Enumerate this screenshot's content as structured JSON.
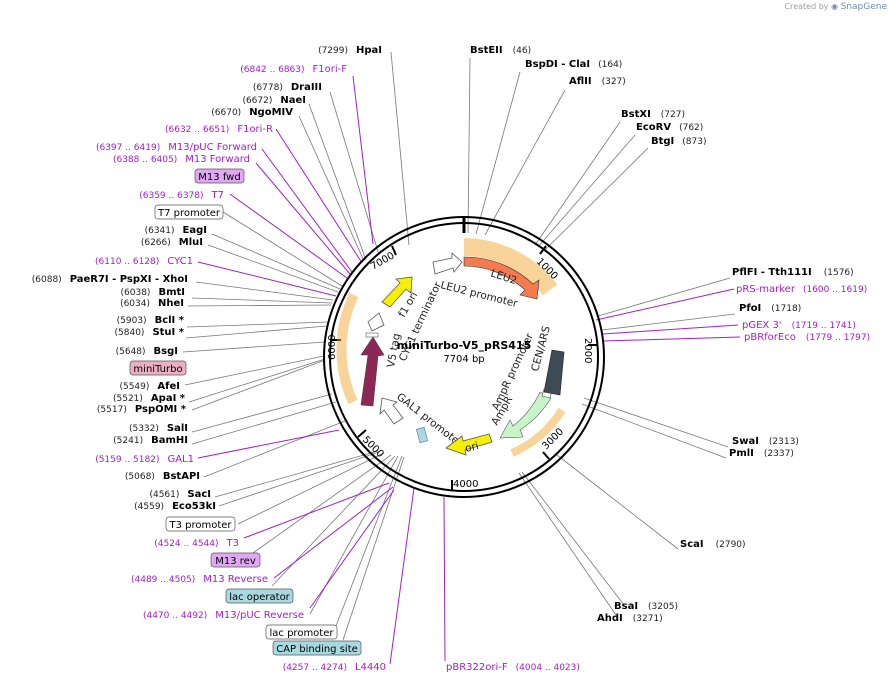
{
  "brand": {
    "created_by": "Created by",
    "name": "SnapGene"
  },
  "plasmid": {
    "name": "miniTurbo-V5_pRS415",
    "length": "7704 bp"
  },
  "ticks": [
    "1000",
    "2000",
    "3000",
    "4000",
    "5000",
    "6000",
    "7000"
  ],
  "enzymes_right": [
    {
      "name": "BstEII",
      "pos": "(46)"
    },
    {
      "name": "BspDI - ClaI",
      "pos": "(164)"
    },
    {
      "name": "AflII",
      "pos": "(327)"
    },
    {
      "name": "BstXI",
      "pos": "(727)"
    },
    {
      "name": "EcoRV",
      "pos": "(762)"
    },
    {
      "name": "BtgI",
      "pos": "(873)"
    },
    {
      "name": "PflFI - Tth111I",
      "pos": "(1576)"
    },
    {
      "name": "PfoI",
      "pos": "(1718)"
    },
    {
      "name": "SwaI",
      "pos": "(2313)"
    },
    {
      "name": "PmlI",
      "pos": "(2337)"
    },
    {
      "name": "ScaI",
      "pos": "(2790)"
    },
    {
      "name": "BsaI",
      "pos": "(3205)"
    },
    {
      "name": "AhdI",
      "pos": "(3271)"
    }
  ],
  "enzymes_left": [
    {
      "name": "HpaI",
      "pos": "(7299)"
    },
    {
      "name": "DraIII",
      "pos": "(6778)"
    },
    {
      "name": "NaeI",
      "pos": "(6672)"
    },
    {
      "name": "NgoMIV",
      "pos": "(6670)"
    },
    {
      "name": "EagI",
      "pos": "(6341)"
    },
    {
      "name": "MluI",
      "pos": "(6266)"
    },
    {
      "name": "PaeR7I - PspXI - XhoI",
      "pos": "(6088)"
    },
    {
      "name": "BmtI",
      "pos": "(6038)"
    },
    {
      "name": "NheI",
      "pos": "(6034)"
    },
    {
      "name": "BclI *",
      "pos": "(5903)"
    },
    {
      "name": "StuI *",
      "pos": "(5840)"
    },
    {
      "name": "BsgI",
      "pos": "(5648)"
    },
    {
      "name": "AfeI",
      "pos": "(5549)"
    },
    {
      "name": "ApaI *",
      "pos": "(5521)"
    },
    {
      "name": "PspOMI *",
      "pos": "(5517)"
    },
    {
      "name": "SalI",
      "pos": "(5332)"
    },
    {
      "name": "BamHI",
      "pos": "(5241)"
    },
    {
      "name": "BstAPI",
      "pos": "(5068)"
    },
    {
      "name": "SacI",
      "pos": "(4561)"
    },
    {
      "name": "Eco53kI",
      "pos": "(4559)"
    }
  ],
  "primers_right": [
    {
      "name": "pRS-marker",
      "range": "(1600 .. 1619)"
    },
    {
      "name": "pGEX 3'",
      "range": "(1719 .. 1741)"
    },
    {
      "name": "pBRforEco",
      "range": "(1779 .. 1797)"
    }
  ],
  "primers_left": [
    {
      "name": "F1ori-F",
      "range": "(6842 .. 6863)"
    },
    {
      "name": "F1ori-R",
      "range": "(6632 .. 6651)"
    },
    {
      "name": "M13/pUC Forward",
      "range": "(6397 .. 6419)"
    },
    {
      "name": "M13 Forward",
      "range": "(6388 .. 6405)"
    },
    {
      "name": "T7",
      "range": "(6359 .. 6378)"
    },
    {
      "name": "CYC1",
      "range": "(6110 .. 6128)"
    },
    {
      "name": "GAL1",
      "range": "(5159 .. 5182)"
    },
    {
      "name": "T3",
      "range": "(4524 .. 4544)"
    },
    {
      "name": "M13 Reverse",
      "range": "(4489 .. 4505)"
    },
    {
      "name": "M13/pUC Reverse",
      "range": "(4470 .. 4492)"
    },
    {
      "name": "L4440",
      "range": "(4257 .. 4274)"
    }
  ],
  "primer_bottom": {
    "name": "pBR322ori-F",
    "range": "(4004 .. 4023)"
  },
  "boxed_features": [
    {
      "name": "M13 fwd",
      "color": "#e0a8f0"
    },
    {
      "name": "T7 promoter",
      "color": "#ffffff"
    },
    {
      "name": "miniTurbo",
      "color": "#e8b0c0"
    },
    {
      "name": "T3 promoter",
      "color": "#ffffff"
    },
    {
      "name": "M13 rev",
      "color": "#e0a8f0"
    },
    {
      "name": "lac operator",
      "color": "#a8d8e0"
    },
    {
      "name": "lac promoter",
      "color": "#ffffff"
    },
    {
      "name": "CAP binding site",
      "color": "#a8d8e0"
    }
  ],
  "inner_features": {
    "leu2": "LEU2",
    "leu2_promoter": "LEU2 promoter",
    "f1_ori": "f1 ori",
    "cyc1": "CYC1 terminator",
    "v5": "V5 tag",
    "gal1": "GAL1 promoter",
    "ampr_promoter": "AmpR promoter",
    "cen_ars": "CEN/ARS",
    "ampr": "AmpR",
    "ori": "ori"
  },
  "colors": {
    "leu2": "#f47a50",
    "f1_ori": "#f6f000",
    "ori": "#f6f000",
    "miniturbo": "#8c2855",
    "cen_ars": "#3e4a56",
    "ampr": "#c8f5c8",
    "primer": "#a020c8",
    "halo": "#f0a020"
  }
}
